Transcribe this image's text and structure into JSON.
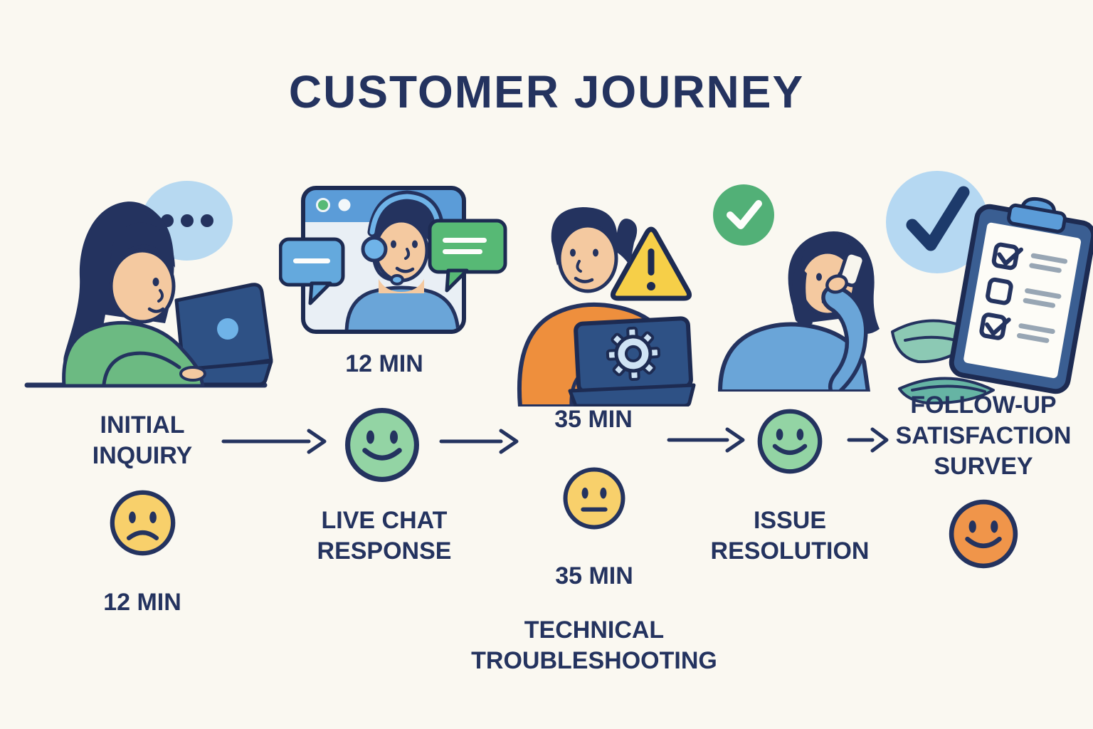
{
  "title": "CUSTOMER JOURNEY",
  "colors": {
    "background": "#faf8f1",
    "text_navy": "#24335f",
    "outline_navy": "#1d2b52",
    "speech_bubble_light_blue": "#b7d9f1",
    "browser_header_blue": "#5b9cd8",
    "chat_bubble_blue": "#64a9dd",
    "chat_bubble_green": "#57b975",
    "check_circle_green": "#52b077",
    "smiley_green": "#93d4a4",
    "smiley_yellow": "#f8d06b",
    "smiley_orange": "#f0954a",
    "warning_yellow": "#f6cf48",
    "shirt_orange": "#ee8f3d",
    "sweater_green": "#6cba82",
    "shirt_blue": "#6aa5d8",
    "skin": "#f4c9a0",
    "laptop_navy": "#2e5185",
    "leaf_teal": "#8cc9b4",
    "paper_white": "#fdfcf7",
    "list_line_gray": "#98a6b4"
  },
  "stages": [
    {
      "id": "initial-inquiry",
      "label_line1": "INITIAL",
      "label_line2": "INQUIRY",
      "duration": "12 MIN",
      "mood": "unhappy",
      "illustration": "woman-typing-on-laptop-with-typing-speech-bubble"
    },
    {
      "id": "live-chat-response",
      "duration": "12 MIN",
      "label_line1": "LIVE CHAT",
      "label_line2": "RESPONSE",
      "mood": "happy",
      "illustration": "support-agent-with-headset-in-browser-window-with-chat-bubbles"
    },
    {
      "id": "technical-troubleshooting",
      "duration": "35 MIN",
      "duration_secondary": "35 MIN",
      "label_line1": "TECHNICAL",
      "label_line2": "TROUBLESHOOTING",
      "mood": "neutral",
      "illustration": "man-at-laptop-with-gear-and-warning-triangle"
    },
    {
      "id": "issue-resolution",
      "label_line1": "ISSUE",
      "label_line2": "RESOLUTION",
      "mood": "happy",
      "illustration": "woman-on-phone-with-green-check"
    },
    {
      "id": "follow-up-satisfaction-survey",
      "label_line1": "FOLLOW-UP",
      "label_line2": "SATISFACTION",
      "label_line3": "SURVEY",
      "mood": "happy",
      "illustration": "survey-clipboard-checklist-with-checkmark-and-leaves"
    }
  ]
}
